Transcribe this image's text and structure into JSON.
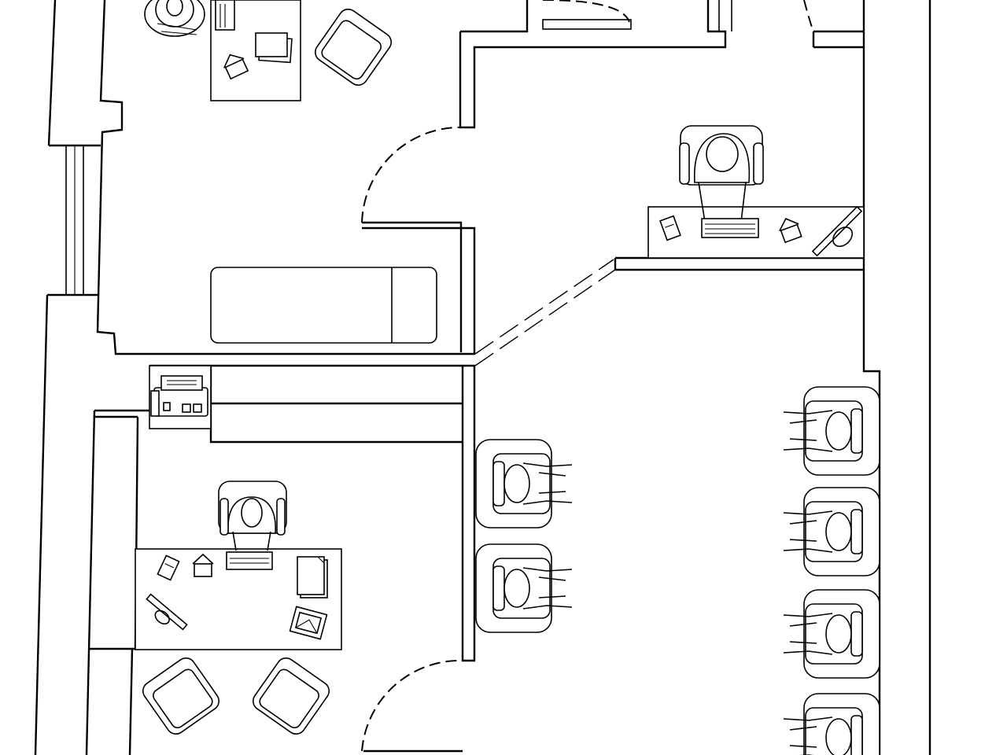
{
  "plan": {
    "type": "office floor plan (top view, line drawing)",
    "colors": {
      "line": "#000000",
      "background": "#ffffff"
    },
    "rooms": [
      {
        "id": "office-top-left",
        "furniture": [
          "desk",
          "seated-person",
          "armchair",
          "printer",
          "document-tray",
          "house-figurine"
        ]
      },
      {
        "id": "exam-room",
        "furniture": [
          "treatment-bed"
        ]
      },
      {
        "id": "reception",
        "furniture": [
          "reception-desk",
          "seated-receptionist",
          "keyboard",
          "phone",
          "monitor",
          "house-figurine"
        ]
      },
      {
        "id": "waiting-area",
        "furniture": [
          "lounge-chair-with-person",
          "lounge-chair-with-person",
          "lounge-chair-with-person",
          "lounge-chair-with-person",
          "lounge-chair-with-person",
          "lounge-chair-with-person"
        ]
      },
      {
        "id": "office-bottom-left",
        "furniture": [
          "desk",
          "seated-person",
          "keyboard",
          "monitor",
          "phone",
          "house-figurine",
          "paper-stack",
          "picture-frame",
          "armchair",
          "armchair"
        ]
      },
      {
        "id": "service-niche",
        "furniture": [
          "fax-machine",
          "shelf"
        ]
      }
    ],
    "doors": [
      "exam-room-door",
      "waiting-area-door",
      "top-right-door",
      "bottom-left-door"
    ],
    "icons": [
      "person-seated-icon",
      "armchair-icon",
      "bed-icon",
      "fax-icon",
      "keyboard-icon",
      "monitor-icon",
      "phone-icon",
      "house-icon",
      "paper-icon",
      "frame-icon"
    ]
  }
}
